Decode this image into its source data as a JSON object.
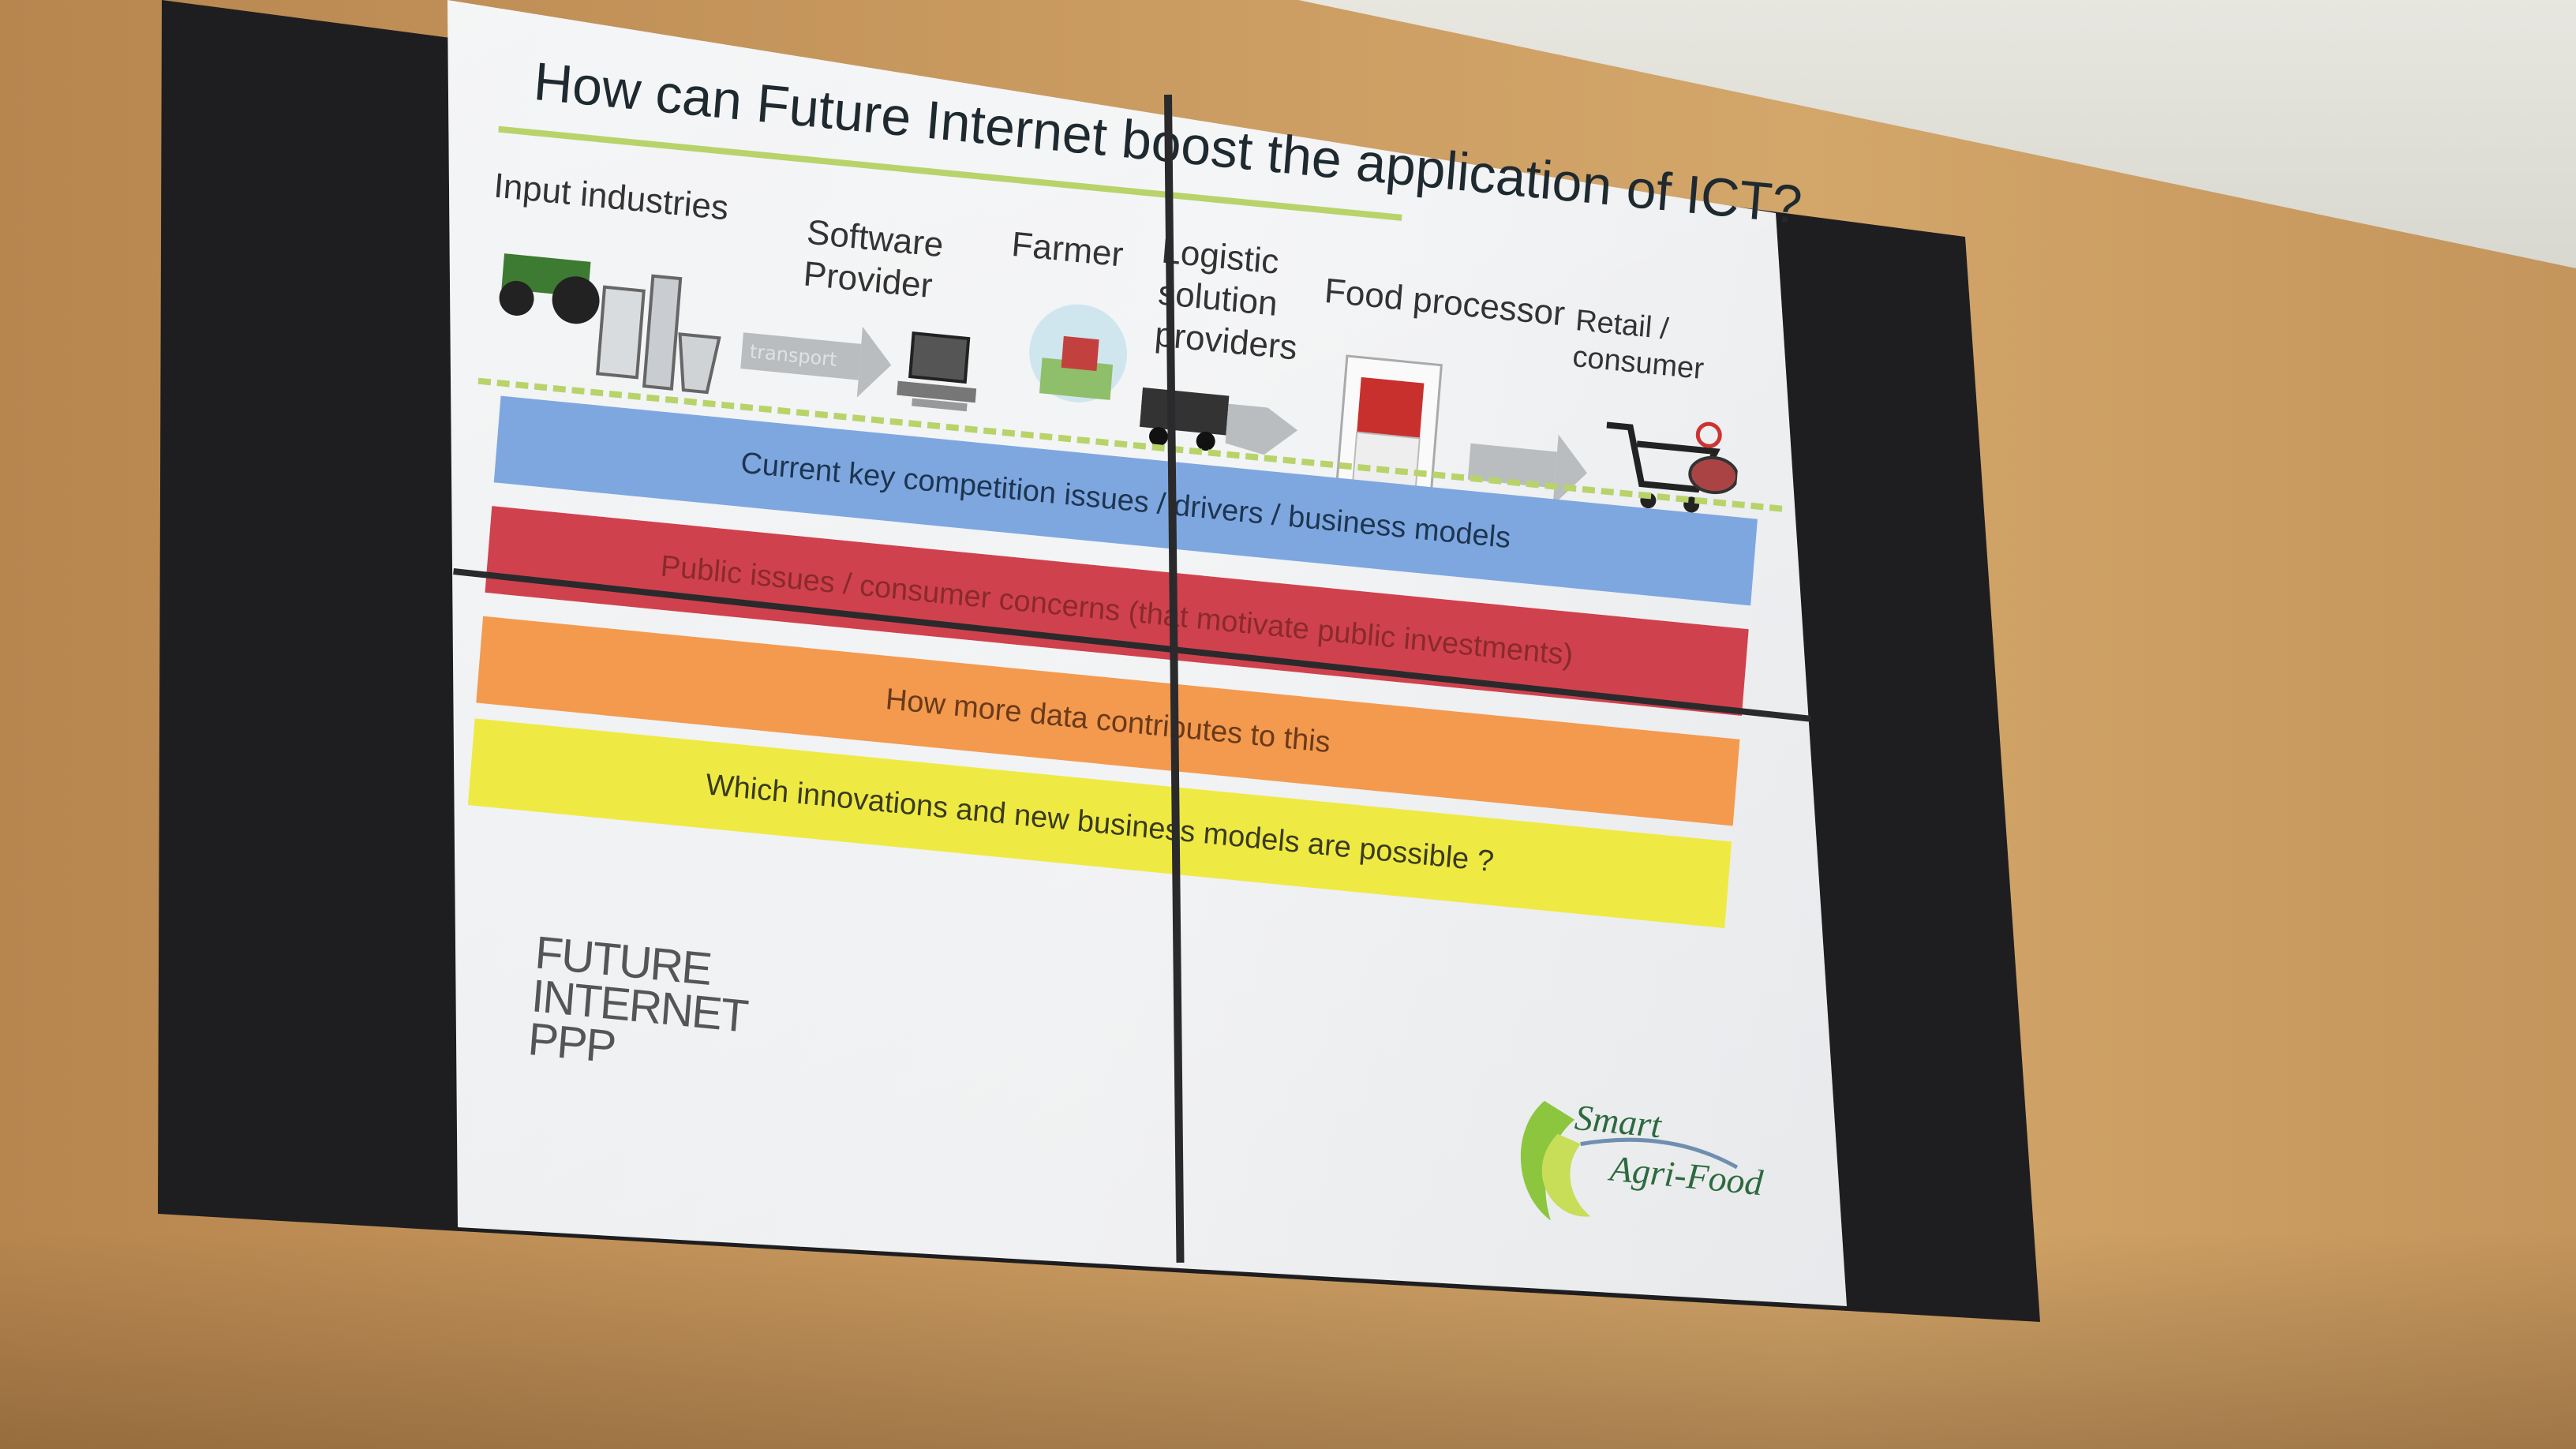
{
  "slide": {
    "title": "How can Future Internet boost the application of ICT?",
    "stages": [
      {
        "label": "Input industries",
        "icon": "tractor-lab-icon"
      },
      {
        "label": "Software Provider",
        "icon": "computer-icon"
      },
      {
        "label": "Farmer",
        "icon": "farm-icon"
      },
      {
        "label": "Logistic solution providers",
        "icon": "truck-icon"
      },
      {
        "label": "Food processor",
        "icon": "soup-can-icon"
      },
      {
        "label": "Retail / consumer",
        "icon": "shopping-cart-icon"
      }
    ],
    "bands": [
      {
        "text": "Current key competition issues / drivers / business models",
        "color": "#7ea7e0"
      },
      {
        "text": "Public issues / consumer concerns (that motivate public investments)",
        "color": "#d0414e"
      },
      {
        "text": "How more data contributes to this",
        "color": "#f39a4f"
      },
      {
        "text": "Which innovations and new business models are possible ?",
        "color": "#eeea43"
      }
    ],
    "logos": {
      "future_internet": [
        "FUTURE",
        "INTERNET",
        "PPP"
      ],
      "smart_agrifood": [
        "Smart",
        "Agri-Food"
      ]
    }
  }
}
